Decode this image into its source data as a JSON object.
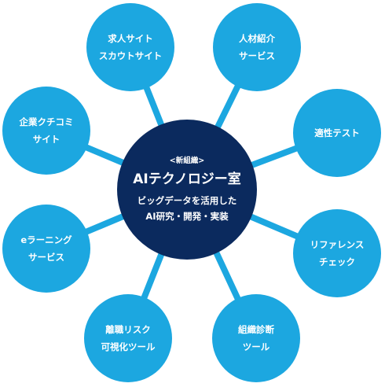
{
  "center": {
    "tag": "<新組織>",
    "title": "AIテクノロジー室",
    "subtitle_line1": "ビッグデータを活用した",
    "subtitle_line2": "AI研究・開発・実装"
  },
  "satellites": [
    {
      "line1": "求人サイト",
      "line2": "スカウトサイト"
    },
    {
      "line1": "人材紹介",
      "line2": "サービス"
    },
    {
      "line1": "適性テスト",
      "line2": ""
    },
    {
      "line1": "リファレンス",
      "line2": "チェック"
    },
    {
      "line1": "組織診断",
      "line2": "ツール"
    },
    {
      "line1": "離職リスク",
      "line2": "可視化ツール"
    },
    {
      "line1": "eラーニング",
      "line2": "サービス"
    },
    {
      "line1": "企業クチコミ",
      "line2": "サイト"
    }
  ],
  "colors": {
    "center_fill": "#0b2a5e",
    "satellite_fill": "#1ca7e0",
    "link_stroke": "#1ca7e0",
    "text": "#ffffff"
  }
}
